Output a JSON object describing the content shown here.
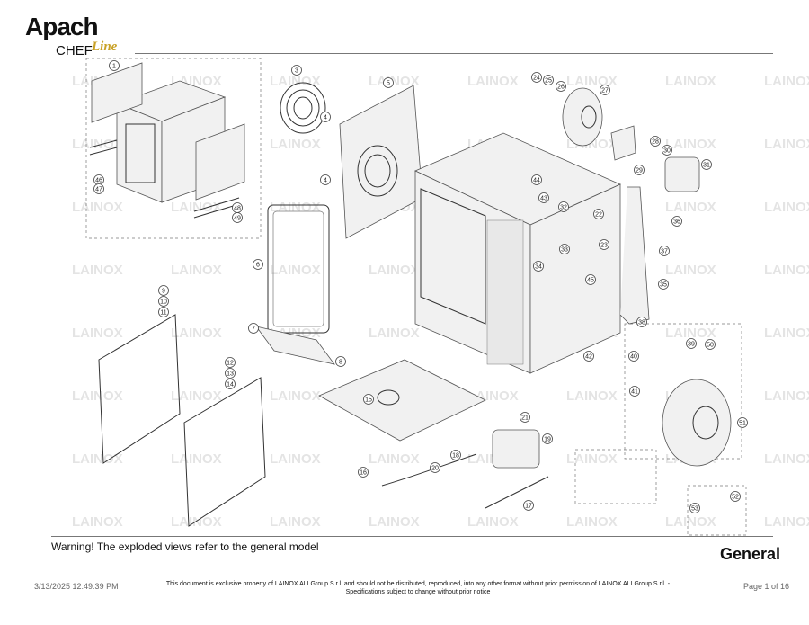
{
  "brand": {
    "name": "Apach",
    "sub_prefix": "CHEF",
    "sub_script": "Line"
  },
  "watermark": "LAINOX",
  "callouts": [
    "1",
    "3",
    "4",
    "4",
    "5",
    "6",
    "7",
    "8",
    "9",
    "10",
    "11",
    "12",
    "13",
    "14",
    "15",
    "16",
    "17",
    "18",
    "19",
    "20",
    "21",
    "22",
    "23",
    "24",
    "25",
    "26",
    "27",
    "28",
    "29",
    "30",
    "31",
    "32",
    "33",
    "34",
    "35",
    "36",
    "37",
    "38",
    "39",
    "40",
    "41",
    "42",
    "43",
    "44",
    "45",
    "46",
    "47",
    "48",
    "49",
    "50",
    "51",
    "52",
    "53"
  ],
  "warning_text": "Warning! The exploded views refer to the general model",
  "section_title": "General",
  "footer": {
    "date": "3/13/2025 12:49:39 PM",
    "legal_line1": "This document is exclusive property of LAINOX ALI Group S.r.l. and should not be distributed, reproduced, into any other format without prior permission of LAINOX ALI Group S.r.l. -",
    "legal_line2": "Specifications subject to change without prior notice",
    "page": "Page 1 of 16"
  }
}
